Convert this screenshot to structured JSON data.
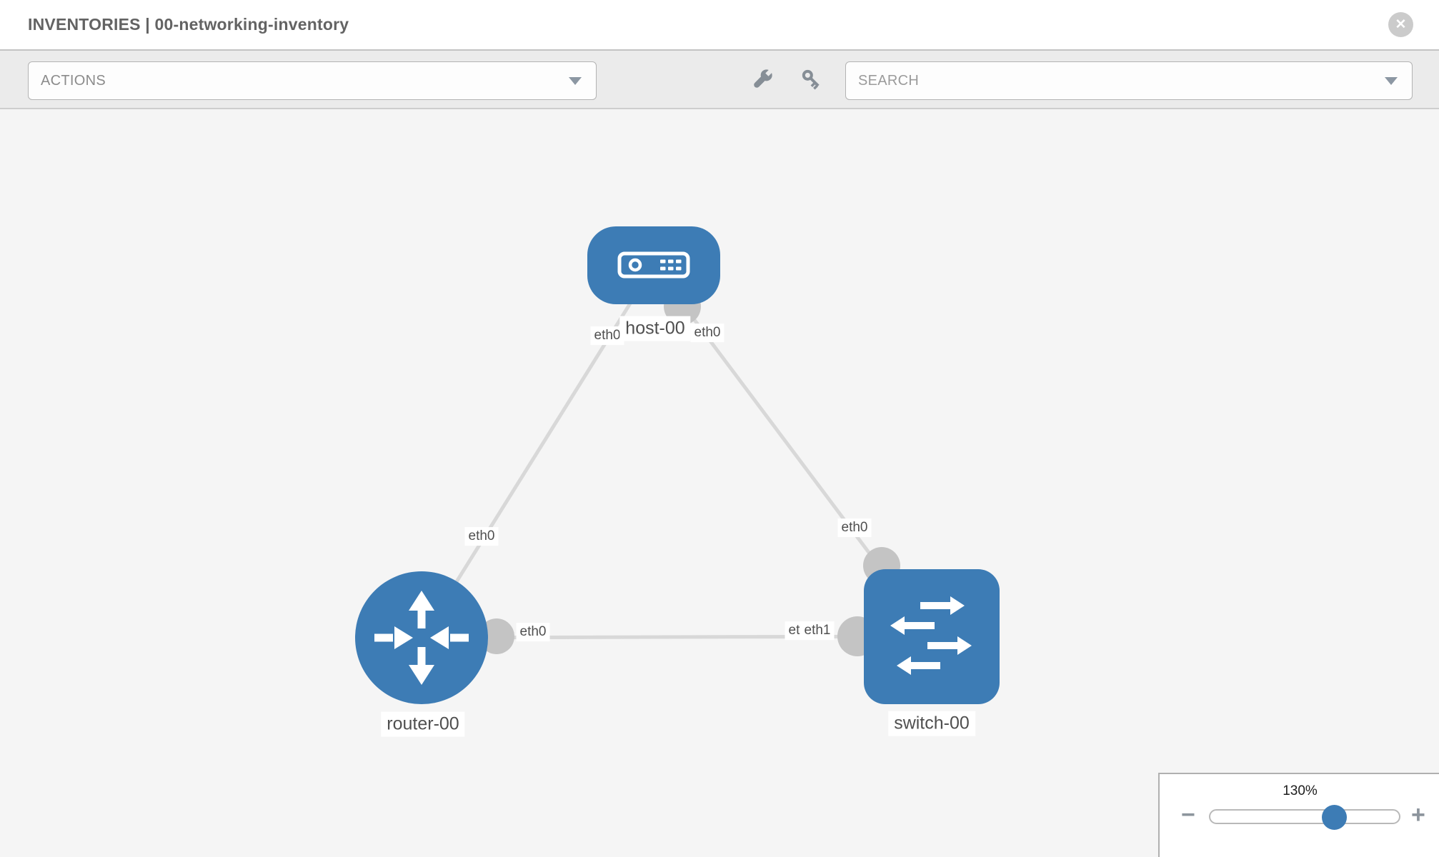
{
  "header": {
    "title": "INVENTORIES | 00-networking-inventory",
    "close_icon": "✕"
  },
  "toolbar": {
    "actions_label": "ACTIONS",
    "search_placeholder": "SEARCH",
    "icons": [
      "wrench-icon",
      "key-icon"
    ]
  },
  "topology": {
    "nodes": [
      {
        "label": "host-00",
        "type": "host"
      },
      {
        "label": "router-00",
        "type": "router"
      },
      {
        "label": "switch-00",
        "type": "switch"
      }
    ],
    "links": [
      {
        "from": "host-00",
        "to": "router-00",
        "from_label": "eth0",
        "to_label": "eth0"
      },
      {
        "from": "host-00",
        "to": "switch-00",
        "from_label": "eth0",
        "to_label": "eth0"
      },
      {
        "from": "router-00",
        "to": "switch-00",
        "from_label": "eth0",
        "to_label": "eth1",
        "overlapped_label": "eth0"
      }
    ]
  },
  "zoom_control": {
    "level": "130%",
    "minus_label": "−",
    "plus_label": "+"
  },
  "colors": {
    "node_blue": "#3d7cb5",
    "link_gray": "#d8d8d8",
    "interface_gray": "#c4c4c4",
    "canvas_bg": "#f5f5f5",
    "toolbar_bg": "#ebebeb",
    "icon_gray": "#868e96"
  }
}
